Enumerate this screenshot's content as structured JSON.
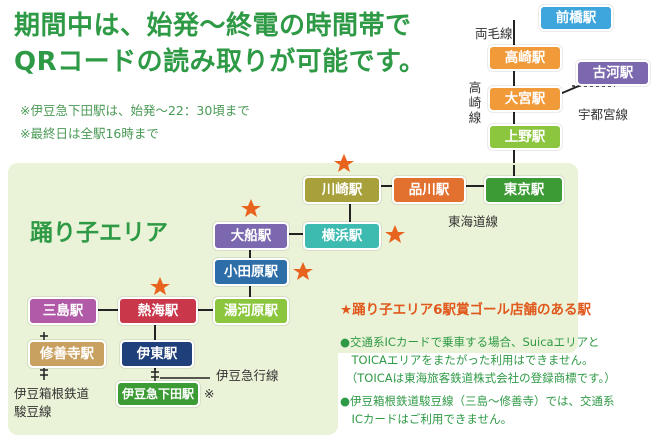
{
  "headline": {
    "line1": "期間中は、始発〜終電の時間帯で",
    "line2": "QRコードの読み取りが可能です。"
  },
  "notes": [
    "※伊豆急下田駅は、始発〜22：30頃まで",
    "※最終日は全駅16時まで"
  ],
  "area_title": "踊り子エリア",
  "stations": {
    "maebashi": "前橋駅",
    "takasaki": "高崎駅",
    "omiya": "大宮駅",
    "koga": "古河駅",
    "ueno": "上野駅",
    "tokyo": "東京駅",
    "shinagawa": "品川駅",
    "kawasaki": "川崎駅",
    "yokohama": "横浜駅",
    "ofuna": "大船駅",
    "odawara": "小田原駅",
    "yugawara": "湯河原駅",
    "atami": "熱海駅",
    "mishima": "三島駅",
    "shuzenji": "修善寺駅",
    "ito": "伊東駅",
    "izukyushimoda": "伊豆急下田駅"
  },
  "line_labels": {
    "ryomo": "両毛線",
    "takasaki": "高崎線",
    "utsunomiya": "宇都宮線",
    "tokaido": "東海道線",
    "izukyu": "伊豆急行線",
    "izuhakone_1": "伊豆箱根鉄道",
    "izuhakone_2": "駿豆線"
  },
  "shimoda_mark": "※",
  "legend": "★踊り子エリア6駅賞ゴール店舗のある駅",
  "bullets": [
    "●交通系ICカードで乗車する場合、Suicaエリアと",
    "　TOICAエリアをまたがった利用はできません。",
    "　（TOICAは東海旅客鉄道株式会社の登録商標です。）",
    "●伊豆箱根鉄道駿豆線（三島〜修善寺）では、交通系",
    "　ICカードはご利用できません。"
  ],
  "colors": {
    "headline_green": "#2f9a46",
    "area_bg": "#eaf3d7",
    "star_orange": "#e8631e",
    "maebashi": "#3ea6dd",
    "takasaki": "#f09a3a",
    "omiya": "#f09a3a",
    "koga": "#7b68ae",
    "ueno": "#8cc63f",
    "tokyo": "#3d9b35",
    "shinagawa": "#e2702e",
    "kawasaki": "#a8a03a",
    "yokohama": "#3dbbb0",
    "ofuna": "#7b68ae",
    "odawara": "#2e6ea8",
    "yugawara": "#8cc63f",
    "atami": "#c8384a",
    "mishima": "#b05aa8",
    "shuzenji": "#c8a060",
    "ito": "#1f3f7a",
    "izukyushimoda": "#3d9b35"
  }
}
